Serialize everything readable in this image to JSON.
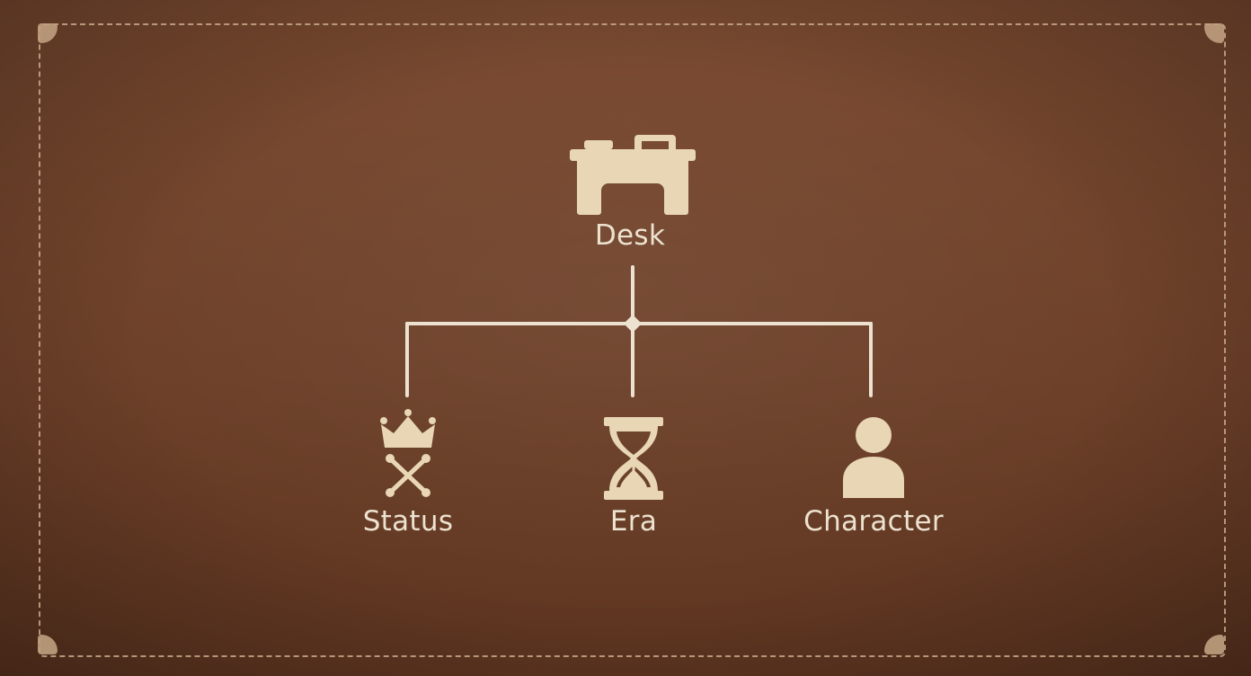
{
  "root": {
    "label": "Desk",
    "icon": "desk-icon"
  },
  "children": [
    {
      "label": "Status",
      "icon": "crown-crossbones-icon"
    },
    {
      "label": "Era",
      "icon": "hourglass-icon"
    },
    {
      "label": "Character",
      "icon": "person-icon"
    }
  ],
  "colors": {
    "leather": "#6d4029",
    "stitching": "#c9a98a",
    "icon": "#e8d6b5",
    "text": "#ece2cf",
    "connector": "#ece2cf"
  }
}
